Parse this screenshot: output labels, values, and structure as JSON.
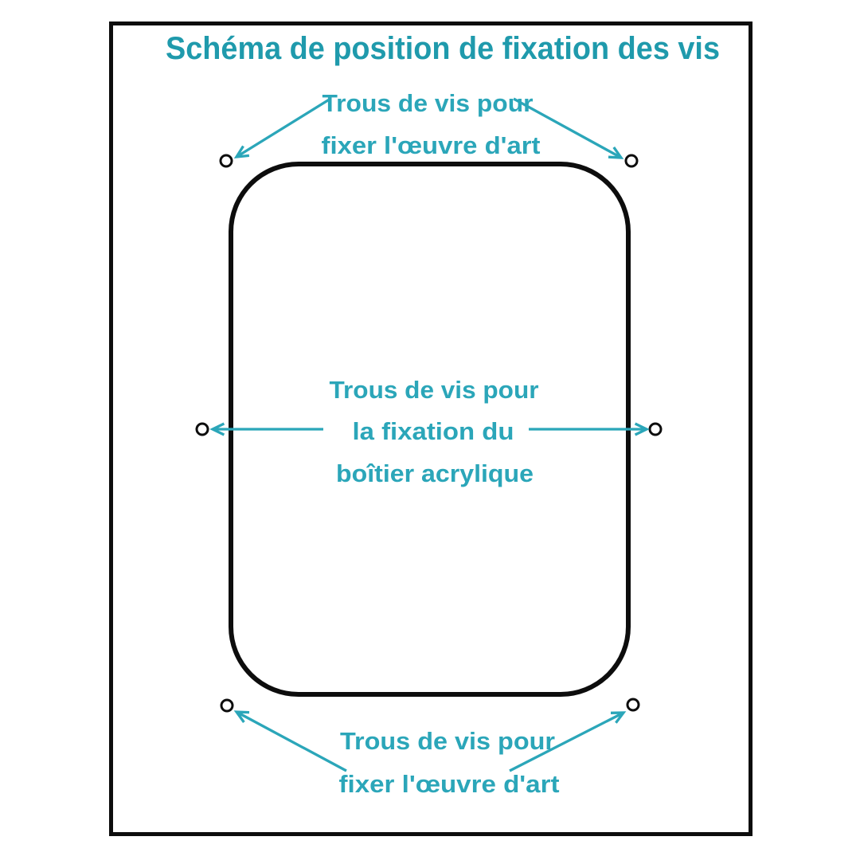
{
  "diagram": {
    "title": "Schéma de position de fixation des vis",
    "labels": {
      "top": {
        "line1": "Trous de vis pour",
        "line2": "fixer l'œuvre d'art"
      },
      "middle": {
        "line1": "Trous de vis pour",
        "line2": "la fixation du",
        "line3": "boîtier acrylique"
      },
      "bottom": {
        "line1": "Trous de vis pour",
        "line2": "fixer l'œuvre d'art"
      }
    },
    "screw_holes": [
      {
        "id": "top-left"
      },
      {
        "id": "top-right"
      },
      {
        "id": "middle-left"
      },
      {
        "id": "middle-right"
      },
      {
        "id": "bottom-left"
      },
      {
        "id": "bottom-right"
      }
    ],
    "colors": {
      "title_teal": "#1f9aac",
      "label_teal": "#2ba6b9",
      "arrow_teal": "#2ba6b9",
      "line_black": "#0d0d0d",
      "background": "#ffffff"
    }
  }
}
